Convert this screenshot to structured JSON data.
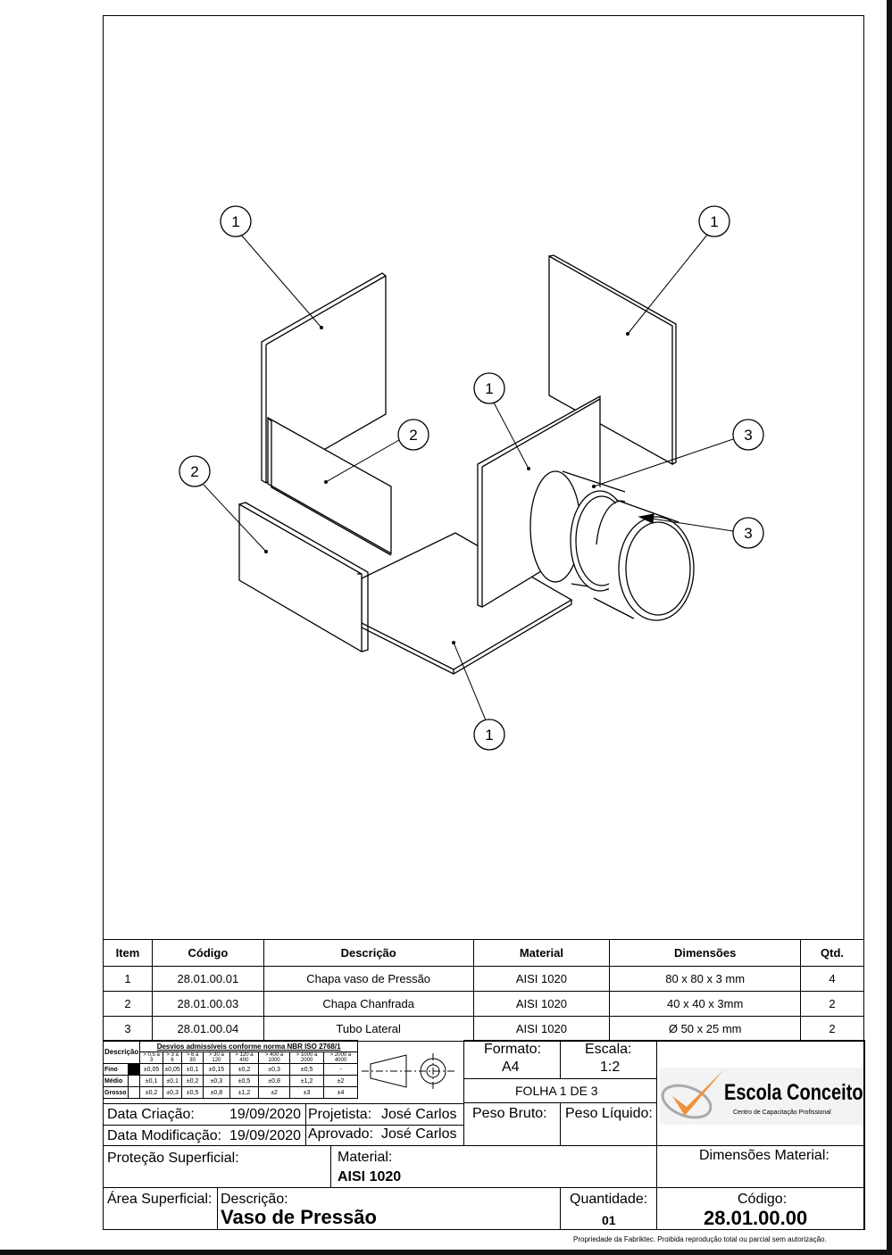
{
  "balloons": [
    "1",
    "1",
    "1",
    "2",
    "2",
    "3",
    "3",
    "1"
  ],
  "bom": {
    "headers": [
      "Item",
      "Código",
      "Descrição",
      "Material",
      "Dimensões",
      "Qtd."
    ],
    "rows": [
      [
        "1",
        "28.01.00.01",
        "Chapa vaso de Pressão",
        "AISI 1020",
        "80 x 80 x 3 mm",
        "4"
      ],
      [
        "2",
        "28.01.00.03",
        "Chapa Chanfrada",
        "AISI 1020",
        "40 x 40 x 3mm",
        "2"
      ],
      [
        "3",
        "28.01.00.04",
        "Tubo Lateral",
        "AISI 1020",
        "Ø 50 x 25 mm",
        "2"
      ]
    ]
  },
  "tolerance": {
    "title": "Desvios admissíveis conforme norma NBR ISO 2768/1",
    "desc_label": "Descrição",
    "ranges": [
      "> 0,5 a 3",
      "> 3 a 6",
      "> 6 a 30",
      "> 30 a 120",
      "> 120 a 400",
      "> 400 a 1000",
      "> 1000 a 2000",
      "> 2000 a 4000"
    ],
    "rows": [
      {
        "label": "Fino",
        "values": [
          "±0,05",
          "±0,05",
          "±0,1",
          "±0,15",
          "±0,2",
          "±0,3",
          "±0,5",
          "-"
        ]
      },
      {
        "label": "Médio",
        "values": [
          "±0,1",
          "±0,1",
          "±0,2",
          "±0,3",
          "±0,5",
          "±0,8",
          "±1,2",
          "±2"
        ]
      },
      {
        "label": "Grosso",
        "values": [
          "±0,2",
          "±0,3",
          "±0,5",
          "±0,8",
          "±1,2",
          "±2",
          "±3",
          "±4"
        ]
      }
    ]
  },
  "title_block": {
    "formato_label": "Formato:",
    "formato": "A4",
    "escala_label": "Escala:",
    "escala": "1:2",
    "folha": "FOLHA 1 DE 3",
    "data_criacao_label": "Data Criação:",
    "data_criacao": "19/09/2020",
    "data_mod_label": "Data Modificação:",
    "data_mod": "19/09/2020",
    "projetista_label": "Projetista:",
    "projetista": "José Carlos",
    "aprovado_label": "Aprovado:",
    "aprovado": "José Carlos",
    "peso_bruto_label": "Peso Bruto:",
    "peso_liquido_label": "Peso Líquido:",
    "protecao_label": "Proteção Superficial:",
    "material_label": "Material:",
    "material": "AISI 1020",
    "dim_material_label": "Dimensões Material:",
    "area_label": "Área Superficial:",
    "descricao_label": "Descrição:",
    "descricao": "Vaso de Pressão",
    "quantidade_label": "Quantidade:",
    "quantidade": "01",
    "codigo_label": "Código:",
    "codigo": "28.01.00.00",
    "logo_name": "Escola Conceito",
    "logo_sub": "Centro de Capacitação Profissional"
  },
  "footer": "Propriedade da Fabriktec. Proibida reprodução total ou parcial sem autorização."
}
